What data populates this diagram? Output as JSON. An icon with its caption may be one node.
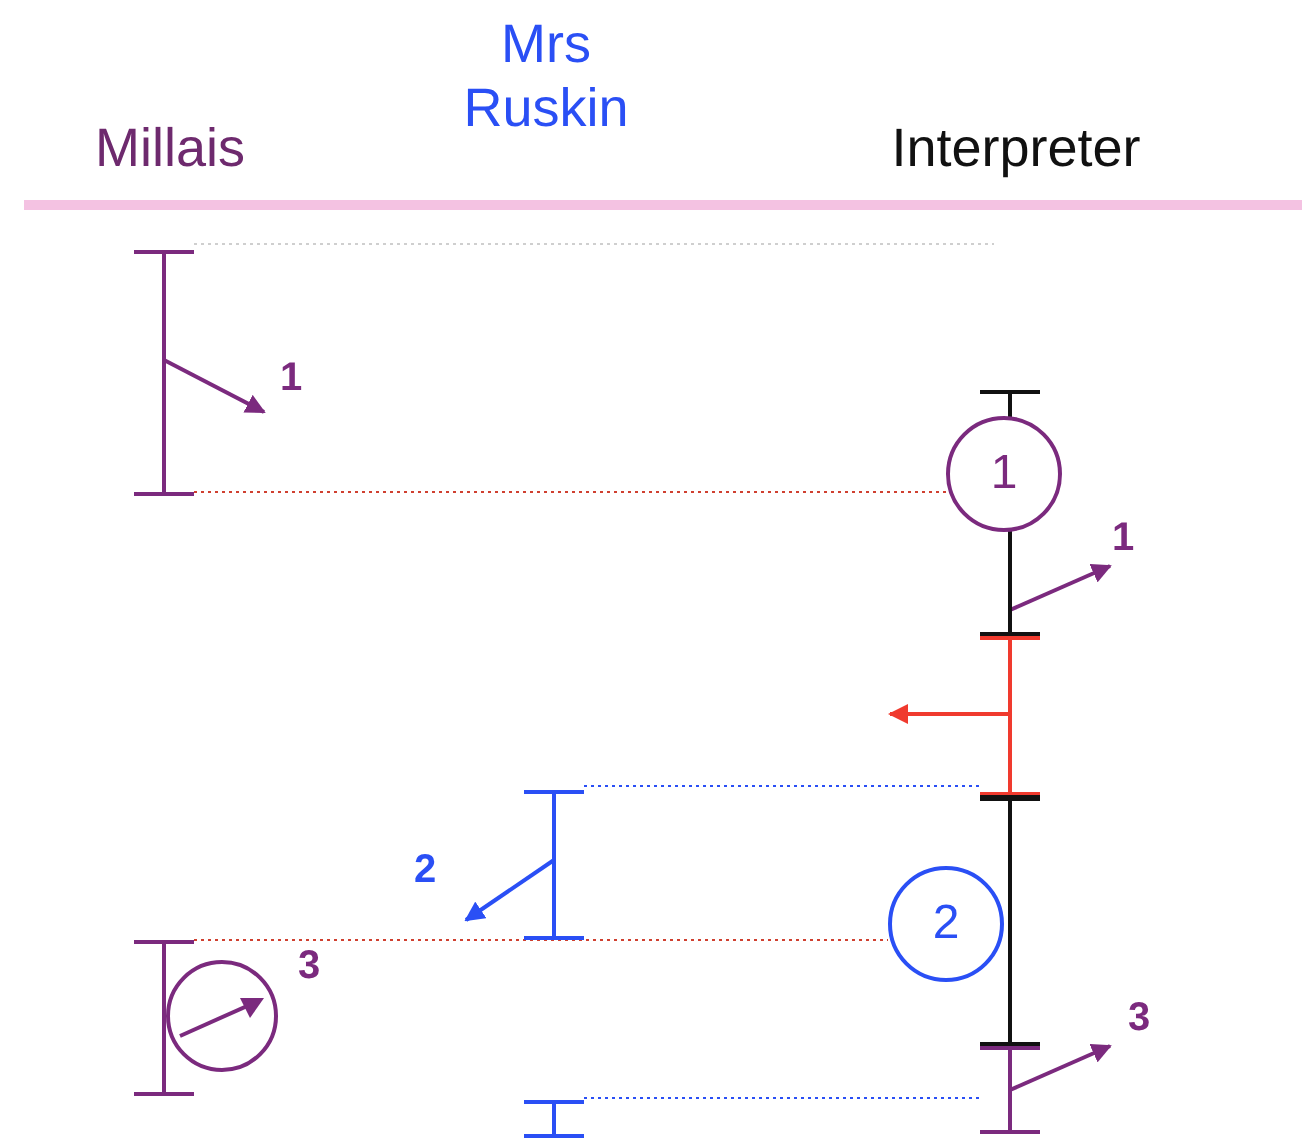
{
  "diagram": {
    "nodes": [
      {
        "text": [],
        "shape": "bar"
      },
      {
        "text": [
          "1"
        ]
      },
      {
        "text": [],
        "shape": "bar"
      },
      {
        "text": [],
        "shape": "bar"
      },
      {
        "text": [],
        "shape": "bar"
      },
      {
        "text": [
          "2"
        ]
      },
      {
        "text": [],
        "shape": "bar"
      },
      {
        "text": [],
        "shape": "bar"
      },
      {
        "text": [],
        "shape": "circle",
        "beside": [
          "3"
        ]
      },
      {
        "text": [],
        "shape": "bar"
      },
      {
        "text": [],
        "shape": "bar"
      }
    ],
    "edges": [
      {
        "from": 0,
        "to": null,
        "arrow": "none",
        "style": "dashed",
        "color": "#cfcfcf"
      },
      {
        "from": 0,
        "to": 1,
        "arrow": "none",
        "style": "dashed",
        "color": "#d04030"
      },
      {
        "from": 4,
        "to": 3,
        "arrow": "none",
        "style": "dashed",
        "color": "#2a4ff5"
      },
      {
        "from": 7,
        "to": 5,
        "arrow": "none",
        "style": "dashed",
        "color": "#d04030"
      },
      {
        "from": 10,
        "to": 9,
        "arrow": "none",
        "style": "dashed",
        "color": "#2a4ff5"
      },
      {
        "from": 0,
        "to": null,
        "arrow": "to",
        "label": "1",
        "color": "#7b2a7e"
      },
      {
        "from": 2,
        "to": null,
        "arrow": "to",
        "label": "1",
        "color": "#7b2a7e"
      },
      {
        "from": 3,
        "to": null,
        "arrow": "to",
        "color": "#f03a2e"
      },
      {
        "from": 4,
        "to": null,
        "arrow": "to",
        "label": "2",
        "color": "#2a4ff5"
      },
      {
        "from": 9,
        "to": null,
        "arrow": "to",
        "label": "3",
        "color": "#7b2a7e"
      }
    ],
    "labels": [
      "Millais",
      "Mrs Ruskin",
      "Interpreter"
    ]
  }
}
